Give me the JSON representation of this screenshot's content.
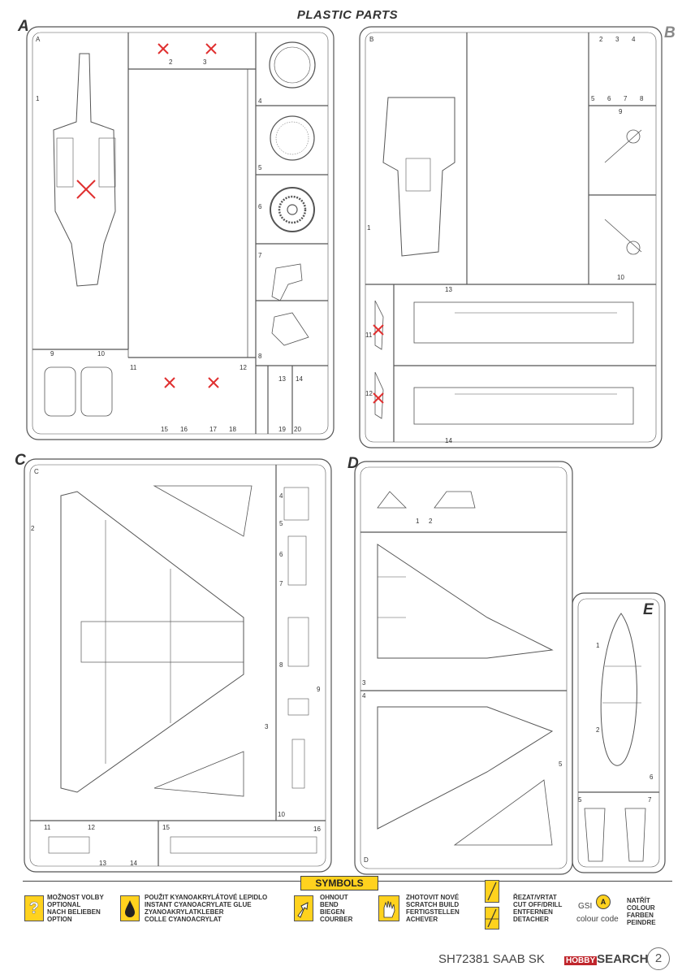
{
  "page_title": "PLASTIC PARTS",
  "sprues": {
    "a": {
      "letter": "A",
      "labels": [
        "A",
        "1",
        "2",
        "3",
        "4",
        "5",
        "6",
        "7",
        "8",
        "9",
        "10",
        "11",
        "12",
        "13",
        "14",
        "15",
        "16",
        "17",
        "18",
        "19",
        "20"
      ]
    },
    "b": {
      "letter": "B",
      "labels": [
        "B",
        "1",
        "2",
        "3",
        "4",
        "5",
        "6",
        "7",
        "8",
        "9",
        "10",
        "11",
        "12",
        "13",
        "14"
      ]
    },
    "c": {
      "letter": "C",
      "labels": [
        "C",
        "2",
        "3",
        "4",
        "5",
        "6",
        "7",
        "8",
        "9",
        "10",
        "11",
        "12",
        "13",
        "14",
        "15",
        "16"
      ]
    },
    "d": {
      "letter": "D",
      "labels": [
        "1",
        "2",
        "3",
        "4",
        "5",
        "D"
      ]
    },
    "e": {
      "letter": "E",
      "labels": [
        "1",
        "2",
        "5",
        "6",
        "7"
      ]
    }
  },
  "symbols": {
    "title": "SYMBOLS",
    "optional": [
      "MOŽNOST VOLBY",
      "OPTIONAL",
      "NACH BELIEBEN",
      "OPTION"
    ],
    "glue": [
      "POUŽIT KYANOAKRYLÁTOVÉ LEPIDLO",
      "INSTANT CYANOACRYLATE GLUE",
      "ZYANOAKRYLATKLEBER",
      "COLLE CYANOACRYLAT"
    ],
    "bend": [
      "OHNOUT",
      "BEND",
      "BIEGEN",
      "COURBER"
    ],
    "scratch": [
      "ZHOTOVIT NOVÉ",
      "SCRATCH BUILD",
      "FERTIGSTELLEN",
      "ACHEVER"
    ],
    "cut": [
      "ŘEZAT/VRTAT",
      "CUT OFF/DRILL",
      "ENTFERNEN",
      "DETACHER"
    ],
    "paint_prefix": "GSI",
    "paint_code_letter": "A",
    "paint_code_label": "colour code",
    "paint": [
      "NATŘÍT",
      "COLOUR",
      "FARBEN",
      "PEINDRE"
    ]
  },
  "footer": {
    "code": "SH72381 SAAB SK",
    "brand_box": "HOBBY",
    "brand": "SEARCH",
    "page": "2"
  },
  "colors": {
    "accent": "#ffd21e",
    "cross": "#e03030",
    "line": "#555555",
    "brand_red": "#c0262c"
  }
}
